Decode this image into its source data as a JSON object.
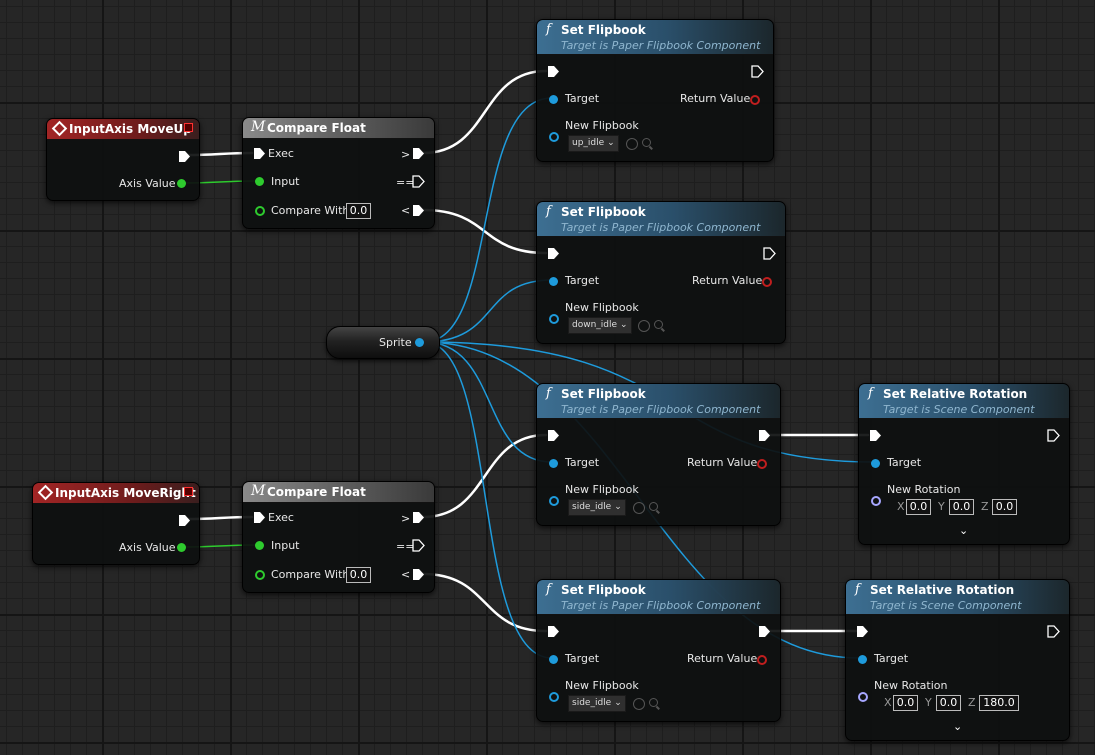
{
  "event_up": {
    "title": "InputAxis MoveUp",
    "axis_value": "Axis Value"
  },
  "event_right": {
    "title": "InputAxis MoveRight",
    "axis_value": "Axis Value"
  },
  "compare_up": {
    "title": "Compare Float",
    "exec": "Exec",
    "input": "Input",
    "compare_with": "Compare With",
    "compare_value": "0.0",
    "gt": ">",
    "eq": "==",
    "lt": "<"
  },
  "compare_right": {
    "title": "Compare Float",
    "exec": "Exec",
    "input": "Input",
    "compare_with": "Compare With",
    "compare_value": "0.0",
    "gt": ">",
    "eq": "==",
    "lt": "<"
  },
  "sprite": {
    "label": "Sprite"
  },
  "set_flipbooks": [
    {
      "title": "Set Flipbook",
      "subtitle": "Target is Paper Flipbook Component",
      "target": "Target",
      "return_value": "Return Value",
      "new_flipbook": "New Flipbook",
      "flipbook": "up_idle"
    },
    {
      "title": "Set Flipbook",
      "subtitle": "Target is Paper Flipbook Component",
      "target": "Target",
      "return_value": "Return Value",
      "new_flipbook": "New Flipbook",
      "flipbook": "down_idle"
    },
    {
      "title": "Set Flipbook",
      "subtitle": "Target is Paper Flipbook Component",
      "target": "Target",
      "return_value": "Return Value",
      "new_flipbook": "New Flipbook",
      "flipbook": "side_idle"
    },
    {
      "title": "Set Flipbook",
      "subtitle": "Target is Paper Flipbook Component",
      "target": "Target",
      "return_value": "Return Value",
      "new_flipbook": "New Flipbook",
      "flipbook": "side_idle"
    }
  ],
  "set_rotations": [
    {
      "title": "Set Relative Rotation",
      "subtitle": "Target is Scene Component",
      "target": "Target",
      "new_rotation": "New Rotation",
      "x_label": "X",
      "y_label": "Y",
      "z_label": "Z",
      "x": "0.0",
      "y": "0.0",
      "z": "0.0"
    },
    {
      "title": "Set Relative Rotation",
      "subtitle": "Target is Scene Component",
      "target": "Target",
      "new_rotation": "New Rotation",
      "x_label": "X",
      "y_label": "Y",
      "z_label": "Z",
      "x": "0.0",
      "y": "0.0",
      "z": "180.0"
    }
  ],
  "colors": {
    "exec": "#ffffff",
    "object_pin": "#1e9bdc",
    "float_pin": "#2ecb2e",
    "event_header": "#a22525",
    "function_header": "#3d6f92"
  }
}
